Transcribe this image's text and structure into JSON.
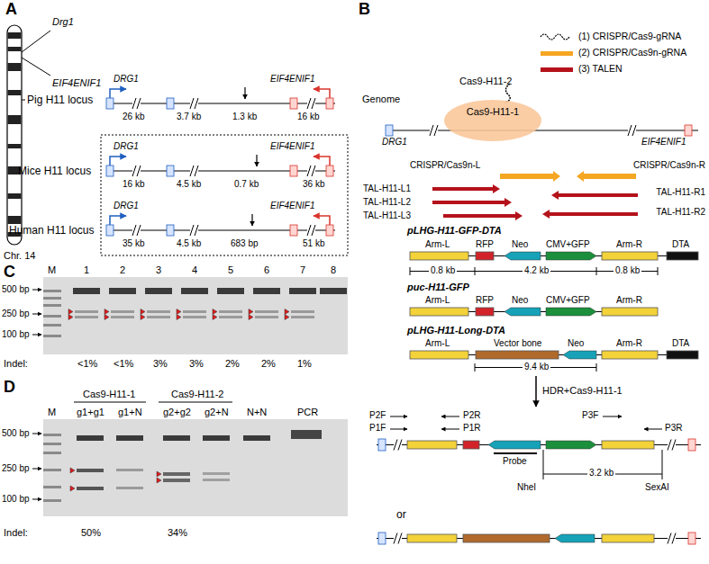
{
  "diagram": {
    "nodes": [
      {
        "text": [
          "Cas9-H11-1"
        ]
      }
    ],
    "labels": [
      "A",
      "Drg1",
      "EIF4ENIF1",
      "Pig H11 locus",
      "DRG1",
      "EIF4ENIF1",
      "26 kb",
      "3.7 kb",
      "1.3 kb",
      "16 kb",
      "Mice H11 locus",
      "DRG1",
      "EIF4ENIF1",
      "16 kb",
      "4.5 kb",
      "0.7 kb",
      "36 kb",
      "Human H11 locus",
      "DRG1",
      "EIF4ENIF1",
      "35 kb",
      "4.5 kb",
      "683 bp",
      "51 kb",
      "Chr. 14",
      "B",
      "Cas9-H11-2",
      "Genome",
      "DRG1",
      "EIF4ENIF1",
      "CRISPR/Cas9n-L",
      "CRISPR/Cas9n-R",
      "TAL-H11-L1",
      "TAL-H11-L2",
      "TAL-H11-L3",
      "TAL-H11-R1",
      "TAL-H11-R2",
      "pLHG-H11-GFP-DTA",
      "Arm-L",
      "RFP",
      "Neo",
      "CMV+GFP",
      "Arm-R",
      "DTA",
      "0.8 kb",
      "4.2 kb",
      "0.8 kb",
      "puc-H11-GFP",
      "Arm-L",
      "RFP",
      "Neo",
      "CMV+GFP",
      "Arm-R",
      "pLHG-H11-Long-DTA",
      "Arm-L",
      "Vector bone",
      "Neo",
      "Arm-R",
      "DTA",
      "9.4 kb",
      "HDR+Cas9-H11-1",
      "P2F",
      "P1F",
      "P2R",
      "P1R",
      "P3F",
      "P3R",
      "Probe",
      "NheI",
      "SexAI",
      "3.2 kb",
      "or",
      "C",
      "M",
      "1",
      "2",
      "3",
      "4",
      "5",
      "6",
      "7",
      "8",
      "500 bp",
      "250 bp",
      "100 bp",
      "Indel:",
      "<1%",
      "<1%",
      "3%",
      "3%",
      "2%",
      "2%",
      "1%",
      "D",
      "Cas9-H11-1",
      "Cas9-H11-2",
      "M",
      "g1+g1",
      "g1+N",
      "g2+g2",
      "g2+N",
      "N+N",
      "PCR",
      "500 bp",
      "250 bp",
      "100 bp",
      "Indel:",
      "50%",
      "34%"
    ],
    "legend": [
      {
        "text": "(1) CRISPR/Cas9-gRNA"
      },
      {
        "text": "(2) CRISPR/Cas9n-gRNA",
        "color": "#f5a623"
      },
      {
        "text": "(3) TALEN",
        "color": "#b5121b"
      }
    ]
  }
}
